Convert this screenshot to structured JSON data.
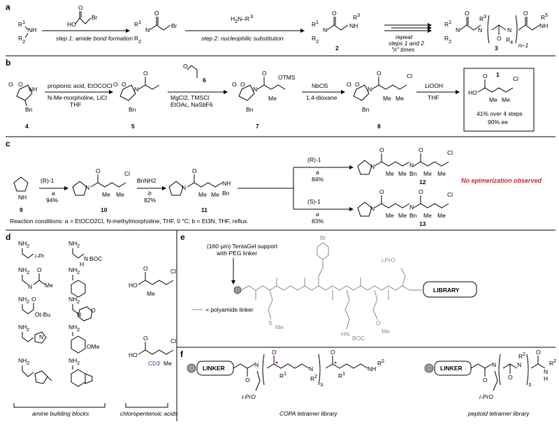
{
  "panels": {
    "a": {
      "label": "a",
      "step1": "step 1: amide bond formation",
      "step2": "step 2: nucleophilic substitution",
      "repeat": [
        "repeat",
        "steps 1 and 2",
        "\"n\" times"
      ],
      "reagent1": "O / HO / Br",
      "reagent2": "H2N–R3",
      "compound2": "2",
      "compound3": "3",
      "n_minus_1": "n–1"
    },
    "b": {
      "label": "b",
      "r1a": "propionic acid, EtOCOCl",
      "r1b": "N-Me-morpholine, LiCl",
      "r1c": "THF",
      "r2a": "MgCl2, TMSCl",
      "r2b": "EtOAc, NaSbF6",
      "r3": "NbCl5",
      "r3b": "1,4-dioxane",
      "r4": "LiOOH",
      "r4b": "THF",
      "c4": "4",
      "c5": "5",
      "c6": "6",
      "c7": "7",
      "c8": "8",
      "c1": "1",
      "yield": "41% over 4 steps",
      "ee": "90% ee",
      "otms": "OTMS",
      "bn": "Bn",
      "me": "Me",
      "cl": "Cl",
      "ho": "HO"
    },
    "c": {
      "label": "c",
      "reagentR": "(R)-1",
      "reagentS": "(S)-1",
      "bnnh2": "BnNH2",
      "a": "a",
      "b": "b",
      "y1": "94%",
      "y2": "82%",
      "y3": "84%",
      "y4": "83%",
      "c9": "9",
      "c10": "10",
      "c11": "11",
      "c12": "12",
      "c13": "13",
      "conditions": "Reaction conditions: a = EtOCO2Cl, N-methylmorpholine, THF, 0 °C; b = Et3N, THF, reflux.",
      "no_epi": "No epimerization observed"
    },
    "d": {
      "label": "d",
      "amines_caption": "amine building blocks",
      "acids_caption": "chloropentenoic acids",
      "subs": [
        "i-Pr",
        "BOC",
        "OMe",
        "Ot-Bu",
        "N",
        "O",
        "CD3",
        "Me",
        "Cl",
        "HO"
      ]
    },
    "e": {
      "label": "e",
      "support": [
        "(160 µm) TentaGel support",
        "with PEG linker"
      ],
      "legend": "= polyamide linker",
      "library": "LIBRARY",
      "subs": [
        "Br",
        "i-PrO",
        "S",
        "Me",
        "HN",
        "BOC",
        "O",
        "Me"
      ]
    },
    "f": {
      "label": "f",
      "linker": "LINKER",
      "copa": "COPA tetramer library",
      "peptoid": "peptoid tetramer library",
      "ipro": "i-PrO",
      "sub3": "3",
      "r1": "R1",
      "r2": "R2"
    }
  }
}
